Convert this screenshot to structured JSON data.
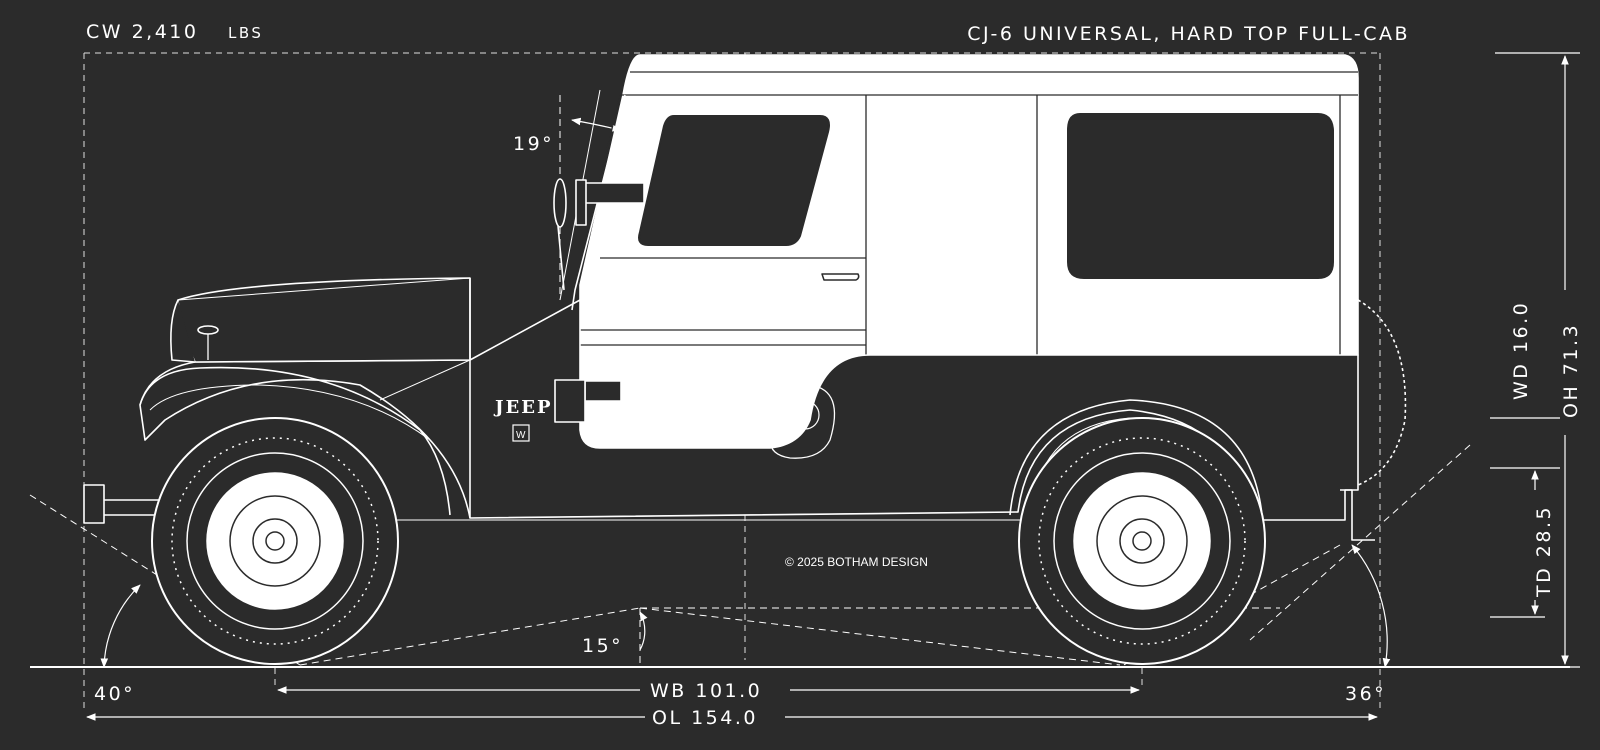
{
  "header": {
    "curb_weight_label": "CW 2,410",
    "curb_weight_unit": "LBS",
    "model_title": "CJ-6 UNIVERSAL, HARD TOP FULL-CAB"
  },
  "angles": {
    "windshield": "19°",
    "breakover": "15°",
    "approach": "40°",
    "departure": "36°"
  },
  "dimensions": {
    "wheelbase": "WB 101.0",
    "overall_length": "OL 154.0",
    "wheel_diameter": "WD 16.0",
    "tire_diameter": "TD 28.5",
    "overall_height": "OH 71.3"
  },
  "badges": {
    "hood_badge": "JEEP",
    "emblem": "W"
  },
  "copyright": "© 2025 BOTHAM DESIGN",
  "colors": {
    "background": "#2b2b2b",
    "line": "#ffffff",
    "cab_fill": "#ffffff",
    "window_fill": "#2b2b2b"
  }
}
